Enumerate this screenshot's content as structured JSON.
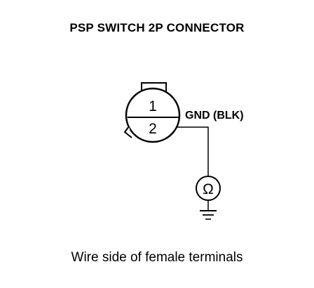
{
  "diagram": {
    "title": "PSP SWITCH 2P CONNECTOR",
    "connector": {
      "terminals": [
        {
          "number": "1"
        },
        {
          "number": "2"
        }
      ],
      "wire_label": "GND (BLK)"
    },
    "meter_symbol": "Ω",
    "meter_icon": "ohmmeter-icon",
    "ground_icon": "ground-icon",
    "caption": "Wire side of female terminals"
  }
}
